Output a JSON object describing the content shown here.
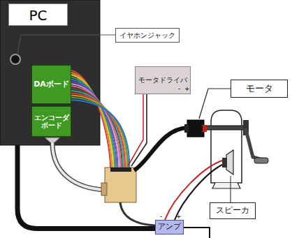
{
  "diagram": {
    "nodes": [
      {
        "text": [
          "PC"
        ]
      },
      {
        "text": [
          "DAボード"
        ],
        "in": 0
      },
      {
        "text": [
          "エンコーダボード"
        ],
        "in": 0
      },
      {
        "text": [
          "モータドライバ"
        ]
      },
      {
        "text": [
          "アンプ"
        ]
      },
      {
        "text": [
          "スピーカ"
        ]
      },
      {
        "text": [
          "モータ"
        ]
      },
      {
        "text": [
          "イヤホンジャック"
        ]
      }
    ],
    "edges": [
      {
        "from": 0,
        "to": 4,
        "arrow": "none"
      }
    ],
    "labels": [
      "-",
      "+",
      "-",
      "+"
    ]
  }
}
